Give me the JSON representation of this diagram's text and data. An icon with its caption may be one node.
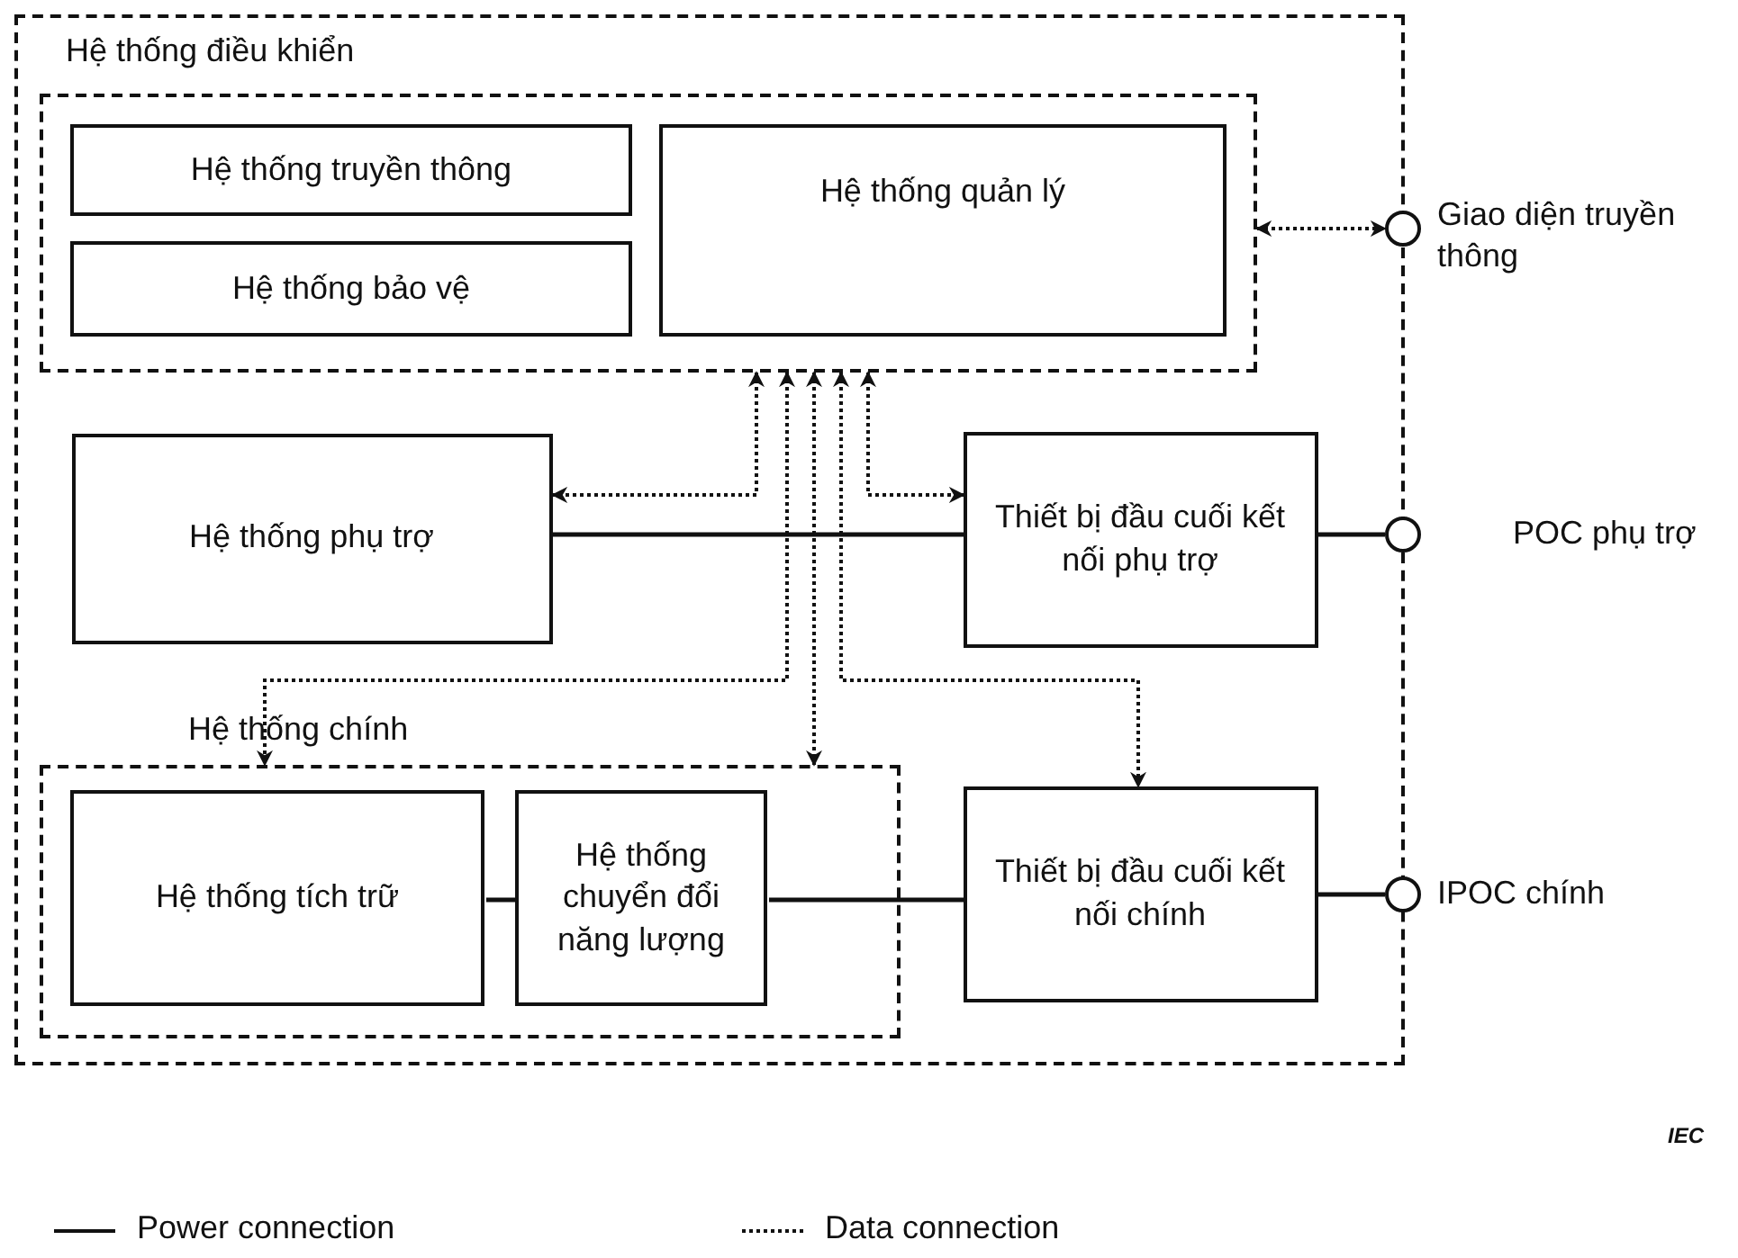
{
  "diagram": {
    "nodes": [
      {
        "text": [],
        "shape": "box"
      },
      {
        "text": [
          "Hệ thống điều khiển"
        ],
        "in": 0
      },
      {
        "text": [
          "Hệ thống truyền thông"
        ],
        "in": 1
      },
      {
        "text": [
          "Hệ thống bảo vệ"
        ],
        "in": 1
      },
      {
        "text": [
          "Hệ thống quản lý"
        ],
        "in": 1
      },
      {
        "text": [
          "Giao diện truyền thông"
        ]
      },
      {
        "text": [
          "Hệ thống phụ trợ"
        ],
        "in": 0
      },
      {
        "text": [
          "Thiết bị đầu cuối kết nối phụ trợ"
        ],
        "in": 0
      },
      {
        "text": [
          "POC phụ trợ"
        ]
      },
      {
        "text": [
          "Hệ thống chính"
        ],
        "in": 0
      },
      {
        "text": [
          "Hệ thống tích trữ"
        ],
        "in": 9
      },
      {
        "text": [
          "Hệ thống chuyển đổi năng lượng"
        ],
        "in": 9
      },
      {
        "text": [
          "Thiết bị đầu cuối kết nối chính"
        ],
        "in": 0
      },
      {
        "text": [
          "IPOC chính"
        ]
      }
    ],
    "edges": [
      {
        "from": 1,
        "to": 5,
        "arrow": "both",
        "style": "dashed"
      },
      {
        "from": 1,
        "to": 6,
        "arrow": "both",
        "style": "dashed"
      },
      {
        "from": 1,
        "to": 9,
        "arrow": "both",
        "style": "dashed"
      },
      {
        "from": 1,
        "to": 9,
        "arrow": "both",
        "style": "dashed"
      },
      {
        "from": 1,
        "to": 12,
        "arrow": "both",
        "style": "dashed"
      },
      {
        "from": 1,
        "to": 7,
        "arrow": "both",
        "style": "dashed"
      },
      {
        "from": 6,
        "to": 7,
        "arrow": "none"
      },
      {
        "from": 7,
        "to": 8,
        "arrow": "none"
      },
      {
        "from": 10,
        "to": 11,
        "arrow": "none"
      },
      {
        "from": 11,
        "to": 12,
        "arrow": "none"
      },
      {
        "from": 12,
        "to": 13,
        "arrow": "none"
      }
    ],
    "labels": [
      "IEC"
    ],
    "legend": [
      {
        "text": "Power connection"
      },
      {
        "text": "Data connection"
      }
    ]
  }
}
